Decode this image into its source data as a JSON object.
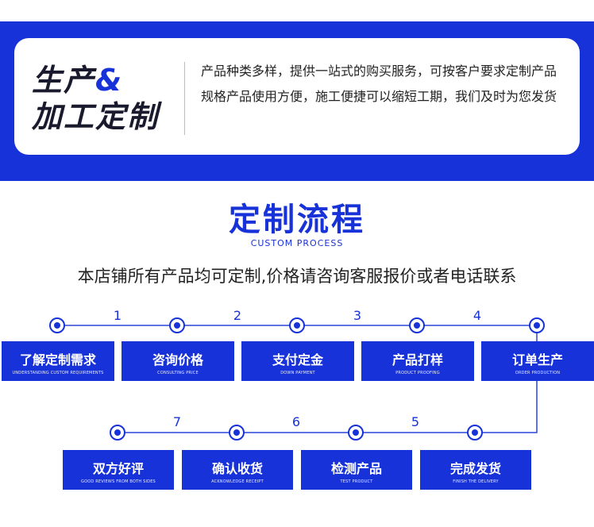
{
  "banner": {
    "title_line1": "生产",
    "title_amp": "&",
    "title_line2": "加工定制",
    "description": "产品种类多样，提供一站式的购买服务，可按客户要求定制产品规格产品使用方便，施工便捷可以缩短工期，我们及时为您发货"
  },
  "section": {
    "title": "定制流程",
    "subtitle": "CUSTOM PROCESS",
    "description": "本店铺所有产品均可定制,价格请咨询客服报价或者电话联系"
  },
  "steps_row1": [
    {
      "zh": "了解定制需求",
      "en": "UNDERSTANDING CUSTOM REQUIREMENTS"
    },
    {
      "zh": "咨询价格",
      "en": "CONSULTING PRICE"
    },
    {
      "zh": "支付定金",
      "en": "DOWN PAYMENT"
    },
    {
      "zh": "产品打样",
      "en": "PRODUCT PROOFING"
    },
    {
      "zh": "订单生产",
      "en": "ORDER PRODUCTION"
    }
  ],
  "steps_row2": [
    {
      "zh": "双方好评",
      "en": "GOOD REVIEWS FROM BOTH SIDES"
    },
    {
      "zh": "确认收货",
      "en": "ACKNOWLEDGE RECEIPT"
    },
    {
      "zh": "检测产品",
      "en": "TEST PRODUCT"
    },
    {
      "zh": "完成发货",
      "en": "FINISH THE DELIVERY"
    }
  ],
  "numbers_row1": [
    "1",
    "2",
    "3",
    "4"
  ],
  "numbers_row2": [
    "7",
    "6",
    "5"
  ],
  "colors": {
    "accent": "#1732d8",
    "line": "#2b45d8"
  }
}
